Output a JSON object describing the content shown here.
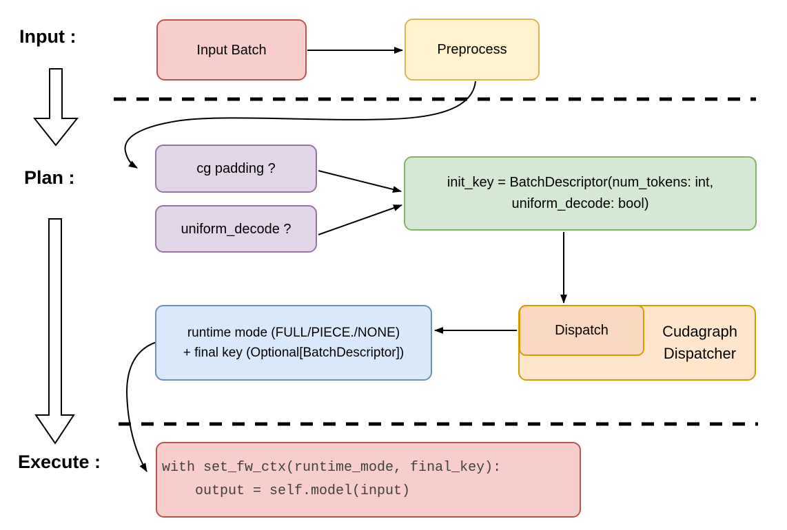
{
  "sections": {
    "input": "Input :",
    "plan": "Plan :",
    "execute": "Execute :"
  },
  "nodes": {
    "input_batch": {
      "label": "Input Batch"
    },
    "preprocess": {
      "label": "Preprocess"
    },
    "cg_padding": {
      "label": "cg padding ?"
    },
    "uniform_decode": {
      "label": "uniform_decode ?"
    },
    "init_key": {
      "line1": "init_key = BatchDescriptor(num_tokens: int,",
      "line2": "uniform_decode: bool)"
    },
    "dispatch": {
      "label": "Dispatch"
    },
    "cudagraph_dispatcher": {
      "line1": "Cudagraph",
      "line2": "Dispatcher"
    },
    "runtime_result": {
      "line1": "runtime mode (FULL/PIECE./NONE)",
      "line2": "+ final key (Optional[BatchDescriptor])"
    },
    "execute_code": {
      "line1": "with set_fw_ctx(runtime_mode, final_key):",
      "line2": "    output = self.model(input)"
    }
  },
  "colors": {
    "red_fill": "#f8cecc",
    "red_border": "#b85450",
    "yellow_fill": "#fff2cc",
    "yellow_border": "#d6b656",
    "purple_fill": "#e1d5e7",
    "purple_border": "#9673a6",
    "green_fill": "#d5e8d4",
    "green_border": "#82b366",
    "blue_fill": "#dae8fc",
    "blue_border": "#6c8ebf",
    "orange_fill": "#ffe6cc",
    "orange_inner_fill": "#fbd8c2",
    "orange_border": "#d79b00",
    "code_text": "#404040"
  }
}
